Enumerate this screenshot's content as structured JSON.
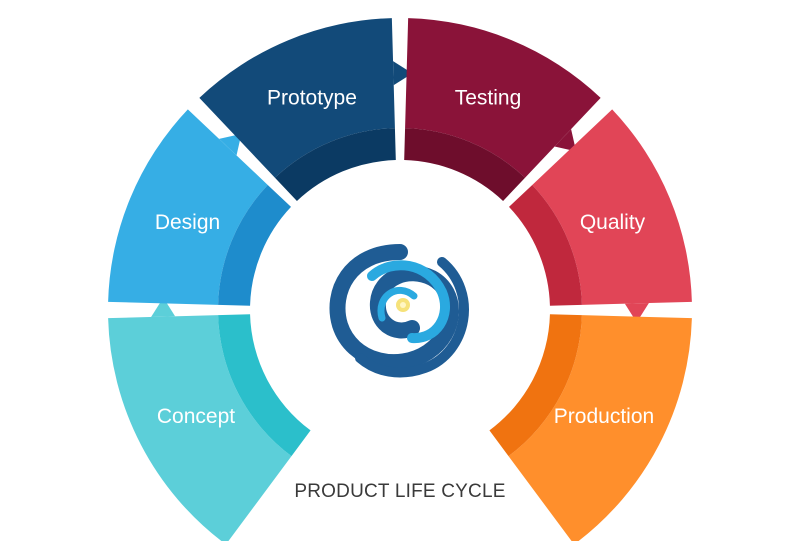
{
  "diagram": {
    "caption": "PRODUCT LIFE CYCLE",
    "logo": {
      "icon": "spiral-logo-icon"
    },
    "segments": [
      {
        "id": "concept",
        "label": "Concept",
        "color": "#5ccfd9",
        "inner_color": "#2bbfcb"
      },
      {
        "id": "design",
        "label": "Design",
        "color": "#36aee5",
        "inner_color": "#1e8ccc"
      },
      {
        "id": "prototype",
        "label": "Prototype",
        "color": "#124a79",
        "inner_color": "#0b3a63"
      },
      {
        "id": "testing",
        "label": "Testing",
        "color": "#8a1339",
        "inner_color": "#6e0d2c"
      },
      {
        "id": "quality",
        "label": "Quality",
        "color": "#e14557",
        "inner_color": "#c0283d"
      },
      {
        "id": "production",
        "label": "Production",
        "color": "#ff8f2c",
        "inner_color": "#f07310"
      }
    ]
  }
}
